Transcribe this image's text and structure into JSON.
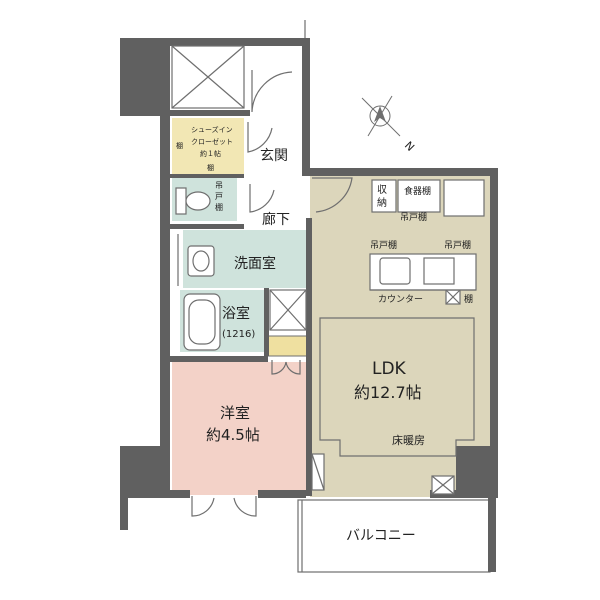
{
  "colors": {
    "wall": "#606060",
    "ldk": "#dcd6bb",
    "western_room": "#f3d2c8",
    "wet_area": "#cfe3dc",
    "closet": "#f2e7b4",
    "storage_yellow": "#efe0a0",
    "outline": "#6f6f6f"
  },
  "compass": {
    "north_label": "N"
  },
  "labels": {
    "shoe_closet_line1": "シューズイン",
    "shoe_closet_line2": "クローゼット",
    "shoe_closet_line3": "約１帖",
    "shelf": "棚",
    "genkan": "玄関",
    "hanging_line1": "吊",
    "hanging_line2": "戸",
    "hanging_line3": "棚",
    "corridor": "廊下",
    "storage_line1": "収",
    "storage_line2": "納",
    "pantry": "食器棚",
    "hanging_shelf": "吊戸棚",
    "washroom": "洗面室",
    "bath": "浴室",
    "bath_size": "(1216)",
    "hanging_shelf_left": "吊戸棚",
    "hanging_shelf_right": "吊戸棚",
    "counter": "カウンター",
    "counter_shelf": "棚",
    "ldk": "LDK",
    "ldk_size": "約12.7帖",
    "western": "洋室",
    "western_size": "約4.5帖",
    "floor_heating": "床暖房",
    "balcony": "バルコニー"
  }
}
